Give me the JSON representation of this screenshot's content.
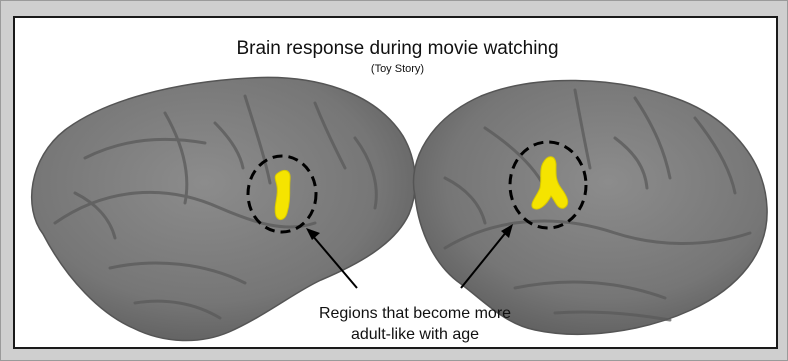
{
  "figure": {
    "title": "Brain response during movie watching",
    "subtitle": "(Toy Story)",
    "caption_line1": "Regions that become more",
    "caption_line2": "adult-like with age"
  },
  "colors": {
    "cortex": "#7a7a7a",
    "highlight": "#f5e400",
    "circle": "#000000",
    "frame": "#cfcfcf"
  }
}
